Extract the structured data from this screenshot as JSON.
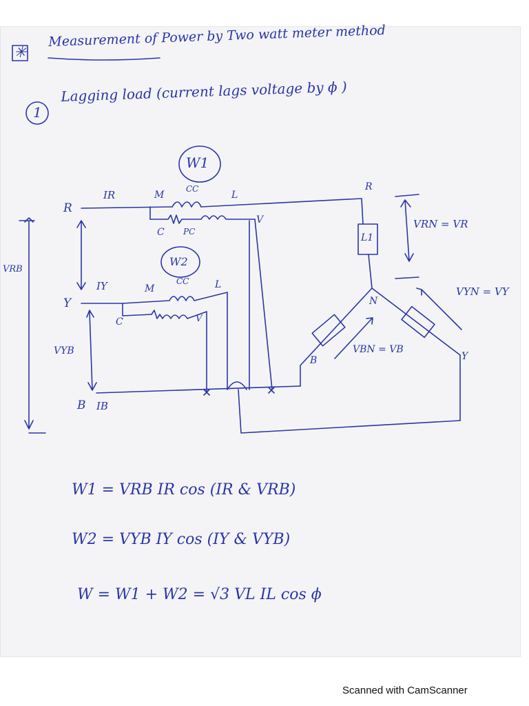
{
  "title": {
    "marker": "✳",
    "text": "Measurement of Power by Two watt meter method"
  },
  "section": {
    "number": "1",
    "text": "Lagging load  (current lags voltage by ϕ )"
  },
  "diagram": {
    "w1_label": "W1",
    "w2_label": "W2",
    "cc": "CC",
    "pc": "PC",
    "m": "M",
    "l": "L",
    "c": "C",
    "v": "V",
    "ir": "IR",
    "iy": "IY",
    "ib": "IB",
    "r_line": "R",
    "y_line": "Y",
    "b_line": "B",
    "vrb": "VRB",
    "vyb": "VYB",
    "r_node": "R",
    "l1": "L1",
    "n_node": "N",
    "b_node": "B",
    "y_node": "Y",
    "vrn": "VRN = VR",
    "vyn": "VYN = VY",
    "vbn": "VBN = VB"
  },
  "equations": {
    "eq1": "W1 = VRB IR cos (IR & VRB)",
    "eq2": "W2 = VYB IY cos (IY & VYB)",
    "eq3": "W = W1 + W2 = √3 VL IL cos ϕ"
  },
  "footer": "Scanned with CamScanner"
}
